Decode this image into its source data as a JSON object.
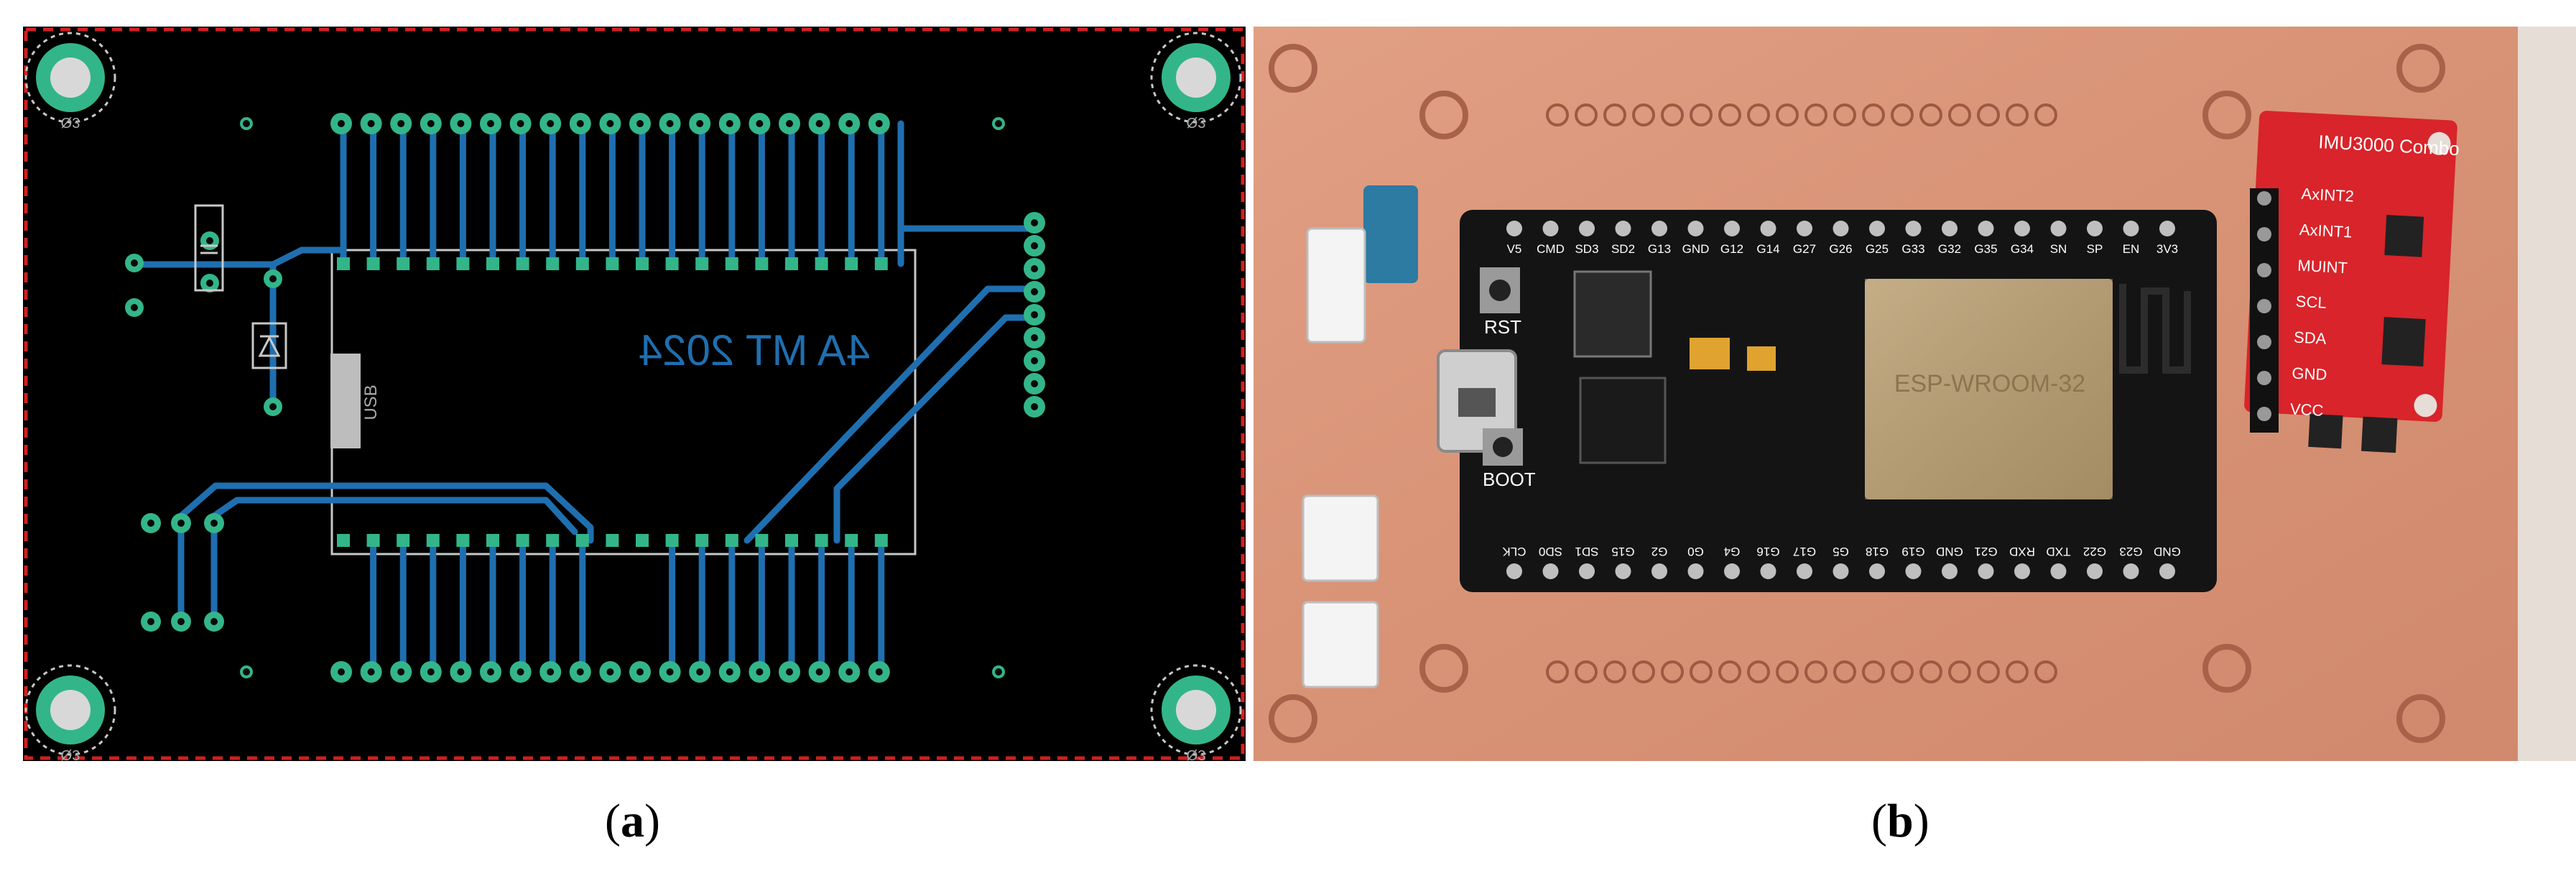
{
  "panels": {
    "a": {
      "caption_letter": "a",
      "board_text": "4A MT 2024",
      "usb_label": "USB",
      "hole_label": "Ø3",
      "colors": {
        "board": "#000000",
        "trace": "#1f6fb0",
        "pad": "#33b58a",
        "outline": "#d21f1f",
        "silk": "#c8c8c8"
      }
    },
    "b": {
      "caption_letter": "b",
      "esp_top_pins": [
        "V5",
        "CMD",
        "SD3",
        "SD2",
        "G13",
        "GND",
        "G12",
        "G14",
        "G27",
        "G26",
        "G25",
        "G33",
        "G32",
        "G35",
        "G34",
        "SN",
        "SP",
        "EN",
        "3V3"
      ],
      "esp_bottom_pins": [
        "CLK",
        "SD0",
        "SD1",
        "G15",
        "G2",
        "G0",
        "G4",
        "G16",
        "G17",
        "G5",
        "G18",
        "G19",
        "GND",
        "G21",
        "RXD",
        "TXD",
        "G22",
        "G23",
        "GND"
      ],
      "rst_label": "RST",
      "boot_label": "BOOT",
      "module_text": "ESP-WROOM-32",
      "imu_title": "IMU3000 Combo",
      "imu_pins": [
        "AxINT2",
        "AxINT1",
        "MUINT",
        "SCL",
        "SDA",
        "GND",
        "VCC"
      ],
      "colors": {
        "copper": "#d99477",
        "esp": "#141414",
        "imu": "#d8242a",
        "module": "#b39a72"
      }
    }
  }
}
